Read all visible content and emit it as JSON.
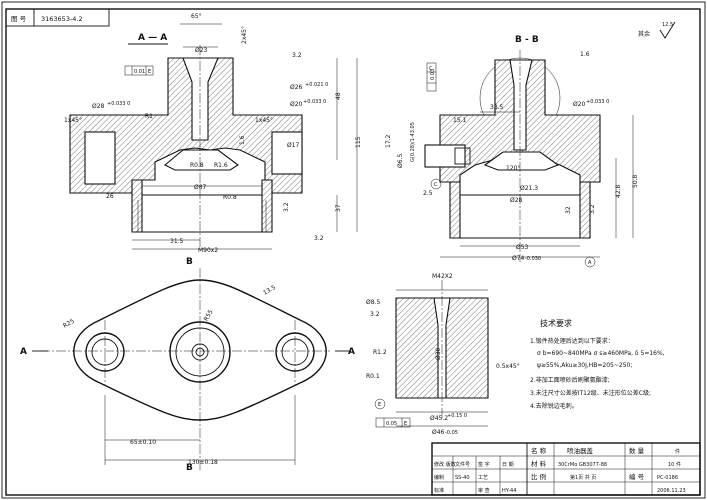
{
  "title_block_top": {
    "label": "图 号",
    "drawing_number": "3163653-4.2"
  },
  "roughness_other": "其余",
  "section_a": {
    "label": "A — A",
    "arrow_letter": "A"
  },
  "section_b": {
    "label": "B - B",
    "marker": "B"
  },
  "dims_section_a": {
    "angle_top": "65°",
    "d23": "Ø23",
    "chamfer": "2x45°",
    "d28": "Ø28",
    "d28_tol": "+0.033 0",
    "r1": "R1",
    "r08": "R0.8",
    "r16": "R1.6",
    "d87": "Ø87",
    "r08b": "R0.8",
    "d26": "Ø26",
    "d26_tol": "+0.021 0",
    "d20": "Ø20",
    "d20_tol": "+0.033 0",
    "d17": "Ø17",
    "h48": "48",
    "h115": "115",
    "h37": "37",
    "len315": "31.5",
    "thread": "M90x2",
    "c1x45": "1x45°",
    "ra_a": "3.2",
    "ra_b": "3.2",
    "ra_c": "3.2",
    "ra_d": "1.6",
    "gd1": "0.01",
    "gd1_ref": "E",
    "width_26": "26"
  },
  "dims_section_b": {
    "d335": "33.5",
    "d151": "15.1",
    "d20": "Ø20",
    "d20_tol": "+0.033 0",
    "g": "G(0.28)/1-43.05",
    "d6": "Ø6.5",
    "len172": "17.2",
    "len25": "2.5",
    "angle120": "120°",
    "d213": "Ø21.3",
    "d28": "Ø28",
    "d53": "Ø53",
    "d74": "Ø74",
    "d74_tol": "-0.030",
    "h428": "42.8",
    "h508": "50.8",
    "h32": "32",
    "ra1": "1.6",
    "ra2": "3.2",
    "gd_val": "0.03",
    "gd_ref": "C",
    "datum_a": "A",
    "datum_c": "C"
  },
  "bottom_part": {
    "thread": "M42X2",
    "d85": "Ø8.5",
    "ra": "3.2",
    "r12": "R1.2",
    "c05": "0.5x45°",
    "r01": "R0.1",
    "d30": "Ø30",
    "d452": "Ø45.2",
    "d452_tol": "+0.15 0",
    "d46": "Ø46",
    "d46_tol": "-0.05",
    "gd_val": "0.05",
    "gd_ref": "E",
    "datum_e": "E"
  },
  "plan_view": {
    "r25": "R25",
    "r55": "R55",
    "thick": "13.5",
    "dim_65": "65±0.10",
    "dim_130": "130±0.18",
    "arrow_a": "A"
  },
  "tech_requirements": {
    "heading": "技术要求",
    "lines": [
      "1.锻件热处理后达到以下要求：",
      "σ b=690~840MPa σ s≥460MPa, δ 5=16%,",
      "ψ≥55%,Aku≥30J,HB=205~250;",
      "2.非加工面喷砂后刷聚氨酯漆;",
      "3.未注尺寸公差按IT12级、未注形位公差C级;",
      "4.去除锐边毛刺。"
    ]
  },
  "title_block": {
    "name_label": "名 称",
    "name_value": "喷油器盖",
    "material_label": "材 料",
    "material_value": "30CrMo GB3077-88",
    "qty_label": "数 量",
    "qty_value": "件",
    "weight_value": "10 件",
    "code_label": "编 号",
    "code_value": "PC-0186",
    "scale_label": "比 例",
    "sheet_value": "第1页 共 页",
    "date_value": "2006.11.23",
    "row_labels": [
      "修改 版数",
      "文件号",
      "签 字",
      "日 期"
    ],
    "roles": [
      "编制",
      "工艺",
      "标准",
      "审 查"
    ],
    "small_codes": [
      "SS-40",
      "HY-44"
    ]
  }
}
